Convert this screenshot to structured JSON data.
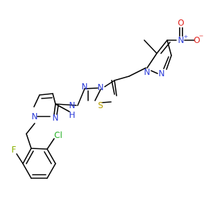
{
  "colors": {
    "bond": "#000000",
    "nitrogen": "#2b3bd8",
    "oxygen": "#e0201b",
    "sulfur": "#b8a000",
    "chlorine": "#1fae1f",
    "fluorine": "#88b000"
  },
  "atoms": {
    "n_nitro": "N",
    "n_nitro_charge": "+",
    "o_nitro_top": "O",
    "o_nitro_right": "O",
    "o_nitro_charge": "−",
    "n_pz1_a": "N",
    "n_pz1_b": "N",
    "n_td_a": "N",
    "n_td_b": "N",
    "s_td": "S",
    "nh_n": "N",
    "nh_h": "H",
    "n_pz2_a": "N",
    "n_pz2_b": "N",
    "cl": "Cl",
    "f": "F"
  }
}
